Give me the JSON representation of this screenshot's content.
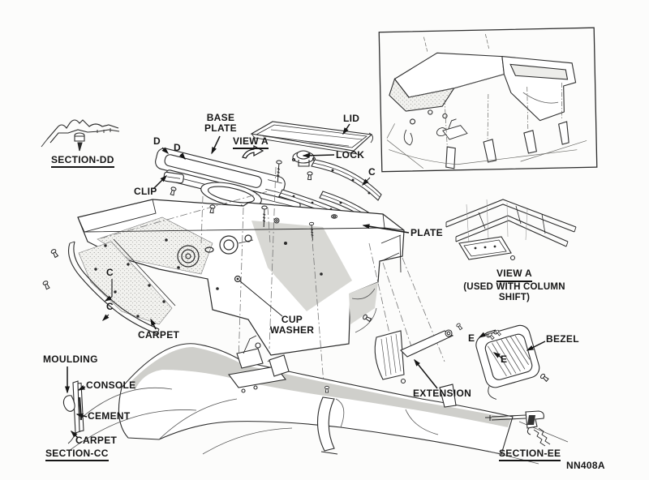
{
  "figure": {
    "code": "NN408A",
    "type": "exploded-parts-diagram",
    "subject": "Console assembly exploded view"
  },
  "labels": {
    "base_plate": "BASE\nPLATE",
    "lid": "LID",
    "lock": "LOCK",
    "clip": "CLIP",
    "plate": "PLATE",
    "cup_washer": "CUP\nWASHER",
    "carpet": "CARPET",
    "moulding": "MOULDING",
    "console": "CONSOLE",
    "cement": "CEMENT",
    "bezel": "BEZEL",
    "extension": "EXTENSION"
  },
  "views": {
    "section_dd": "SECTION-DD",
    "section_cc": "SECTION-CC",
    "section_ee": "SECTION-EE",
    "view_a": "VIEW A",
    "view_a_note": "(USED WITH COLUMN SHIFT)"
  },
  "detail_letters": {
    "d": "D",
    "c": "C",
    "e": "E"
  }
}
